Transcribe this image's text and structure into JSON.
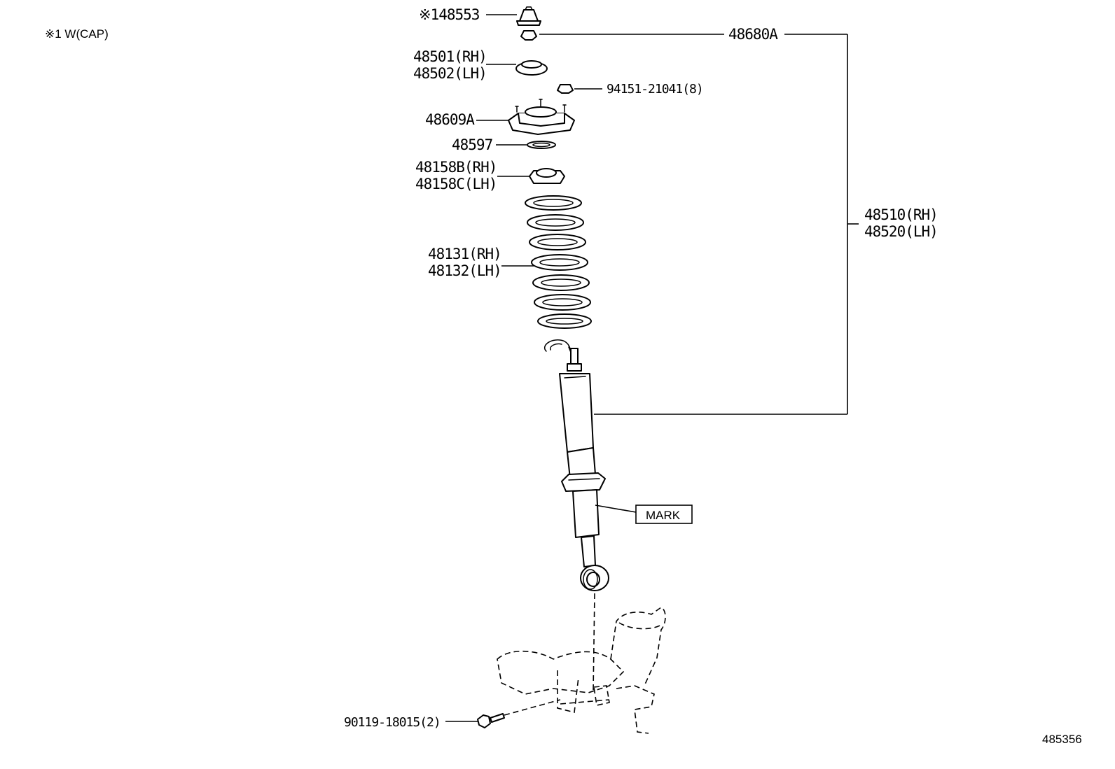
{
  "notes": {
    "footnote": "※1 W(CAP)",
    "illustration_number": "485356"
  },
  "labels": {
    "cap": "※148553",
    "bearing_assy": "48680A",
    "support_rh": "48501(RH)",
    "support_lh": "48502(LH)",
    "nut": "94151-21041(8)",
    "support_upper": "48609A",
    "insulator": "48597",
    "spring_upper_rh": "48158B(RH)",
    "spring_upper_lh": "48158C(LH)",
    "absorber_rh": "48510(RH)",
    "absorber_lh": "48520(LH)",
    "coil_rh": "48131(RH)",
    "coil_lh": "48132(LH)",
    "mark": "MARK",
    "bolt": "90119-18015(2)"
  }
}
